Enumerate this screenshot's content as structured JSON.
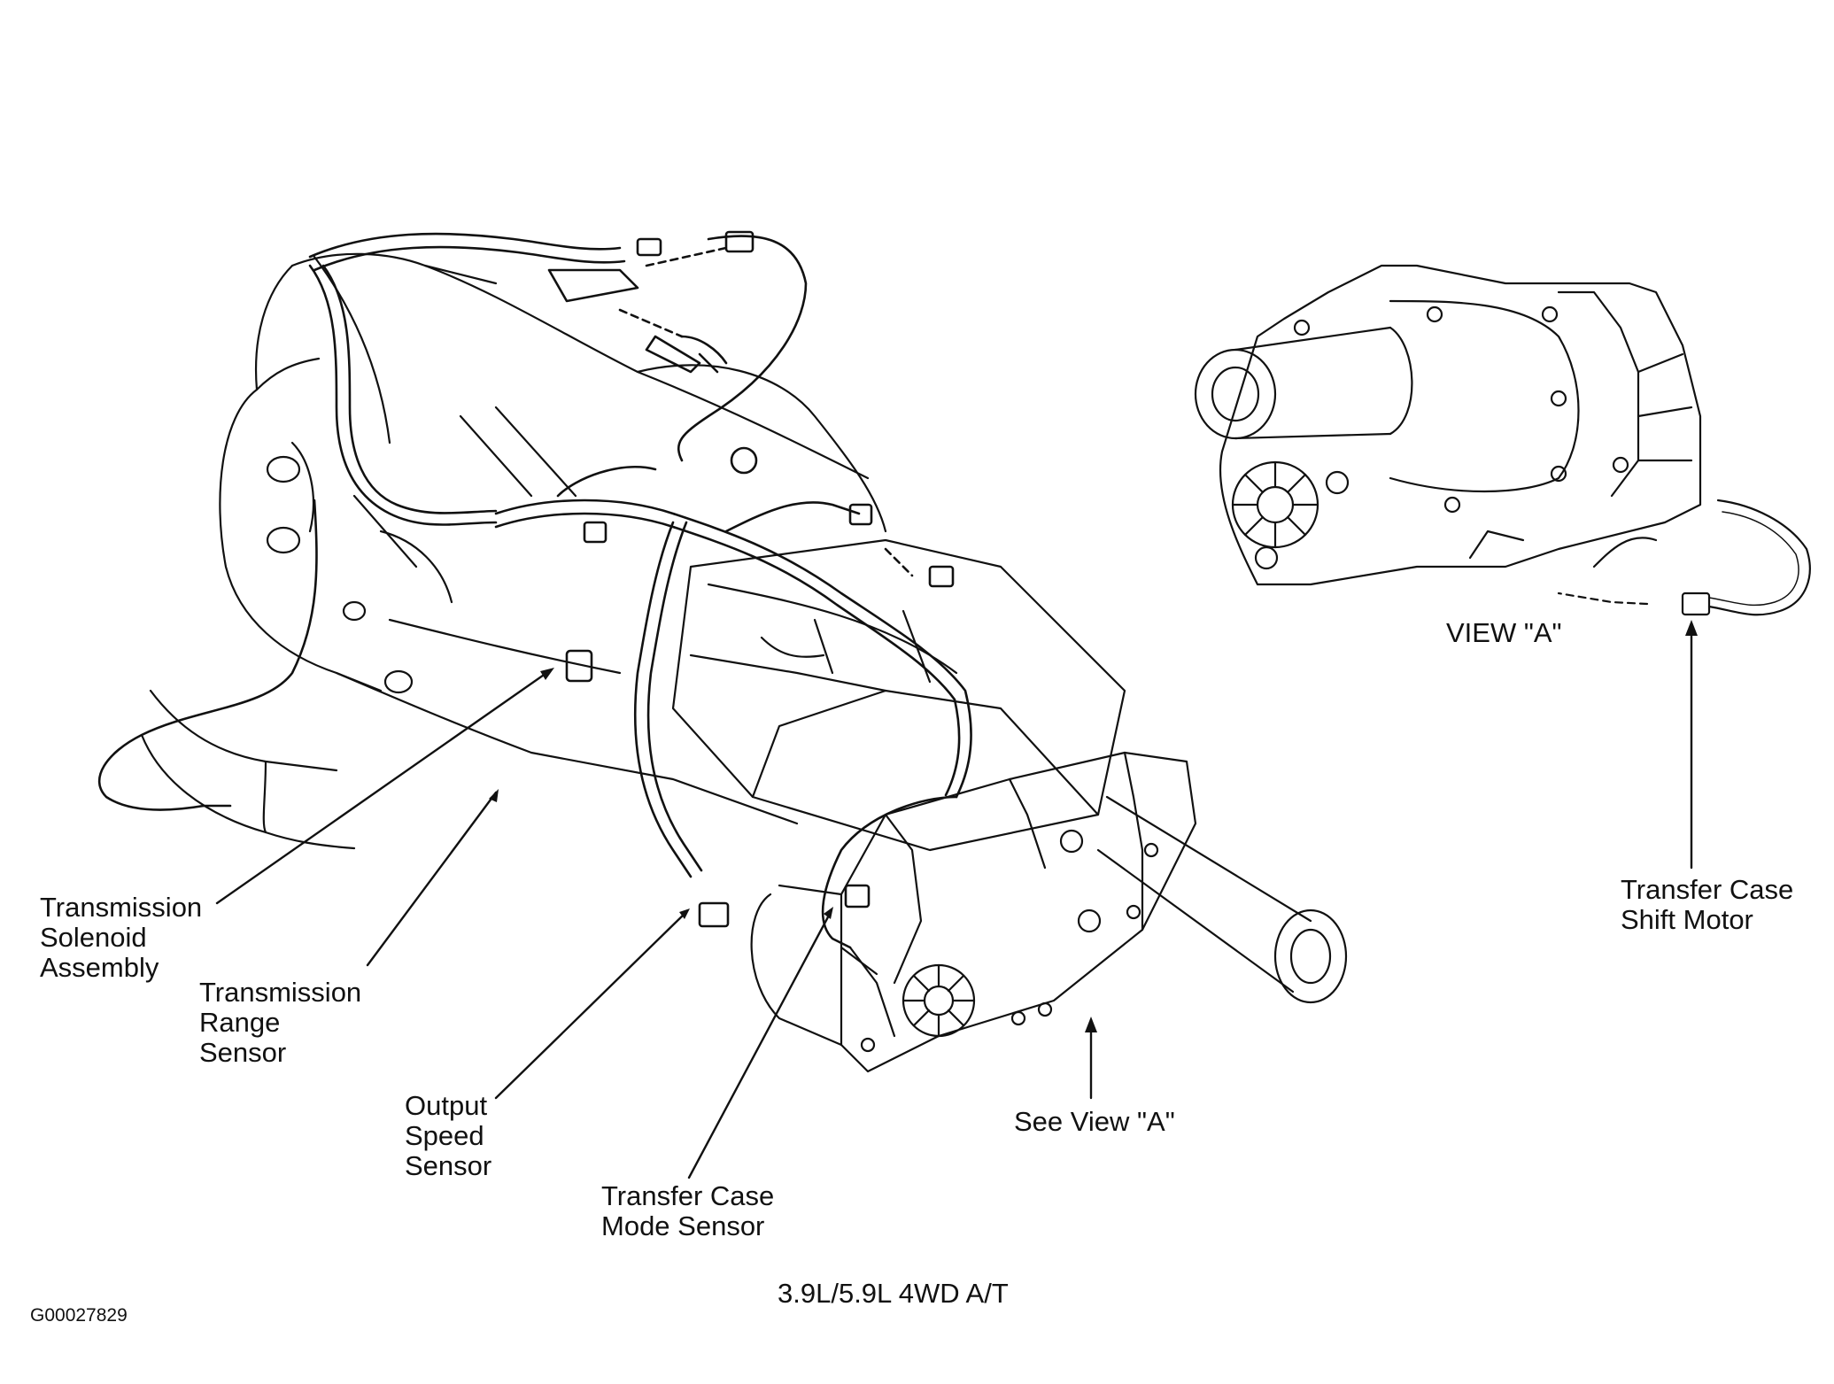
{
  "labels": {
    "transmission_solenoid": [
      "Transmission",
      "Solenoid",
      "Assembly"
    ],
    "transmission_range": [
      "Transmission",
      "Range",
      "Sensor"
    ],
    "output_speed": [
      "Output",
      "Speed",
      "Sensor"
    ],
    "transfer_case_mode": [
      "Transfer Case",
      "Mode Sensor"
    ],
    "see_view_a": "See View \"A\"",
    "view_a": "VIEW \"A\"",
    "transfer_case_shift_motor": [
      "Transfer Case",
      "Shift Motor"
    ]
  },
  "caption": "3.9L/5.9L 4WD A/T",
  "figure_id": "G00027829"
}
